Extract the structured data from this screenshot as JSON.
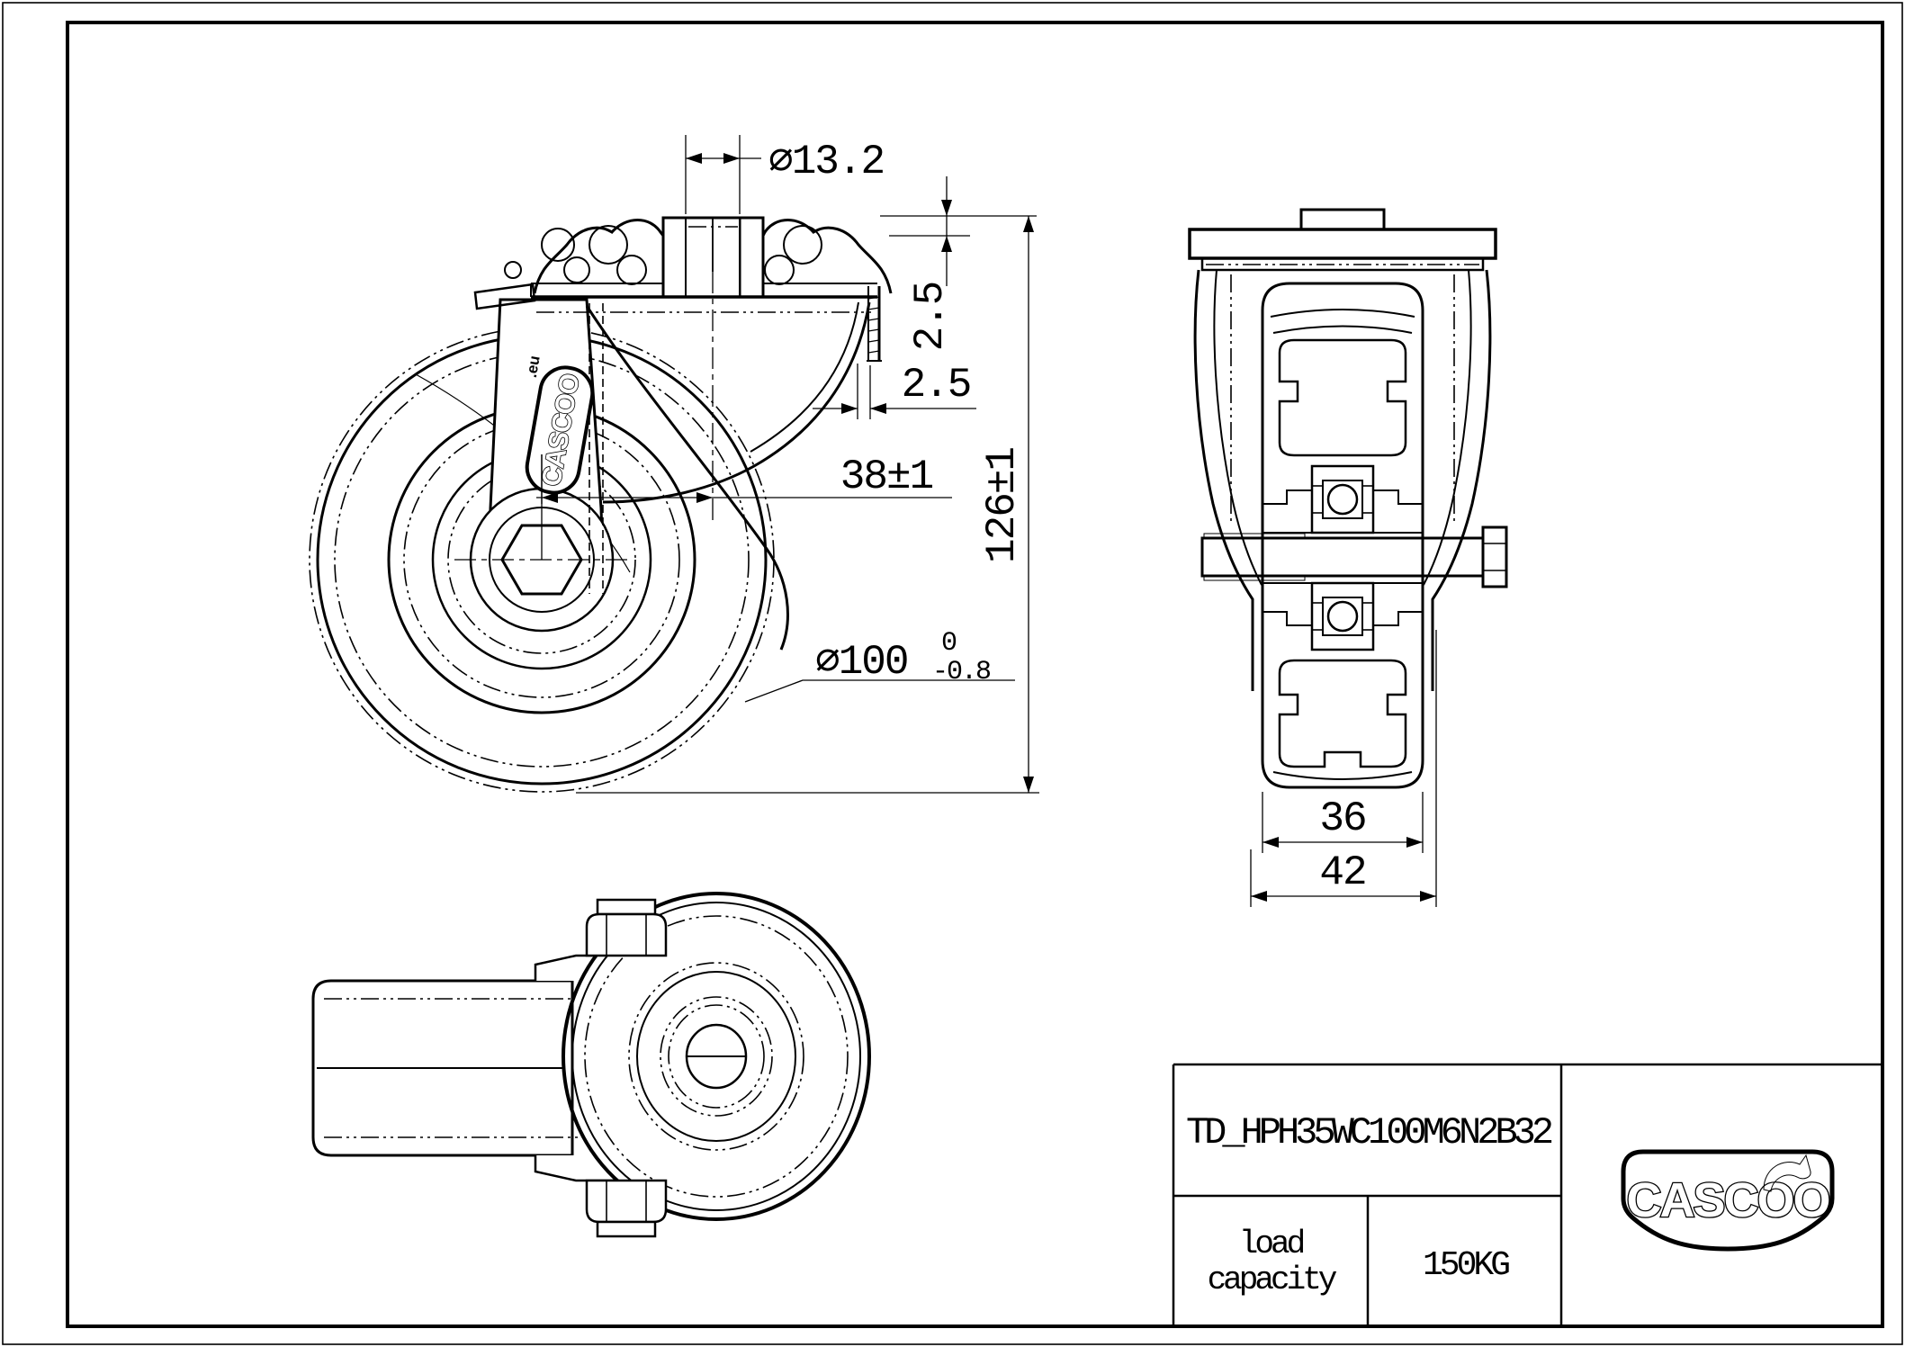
{
  "sheet": {
    "background": "#ffffff",
    "line_color": "#000000",
    "centerline_accent": "#b5803a"
  },
  "side_view": {
    "dim_bolt_hole": "∅13.2",
    "dim_plate_thickness": "2.5",
    "dim_lip": "2.5",
    "dim_offset": "38±1",
    "dim_height": "126±1",
    "dim_wheel_dia": "∅100",
    "dim_wheel_dia_tol_top": "0",
    "dim_wheel_dia_tol_bottom": "-0.8",
    "fork_brand": "CASCOO",
    "fork_brand_suffix": ".eu"
  },
  "front_view": {
    "dim_wheel_width": "36",
    "dim_hub_width": "42"
  },
  "title_block": {
    "part_number": "TD_HPH35WC100M6N2B32",
    "load_label_line1": "load",
    "load_label_line2": "capacity",
    "load_value": "150KG",
    "brand": "CASCOO"
  }
}
